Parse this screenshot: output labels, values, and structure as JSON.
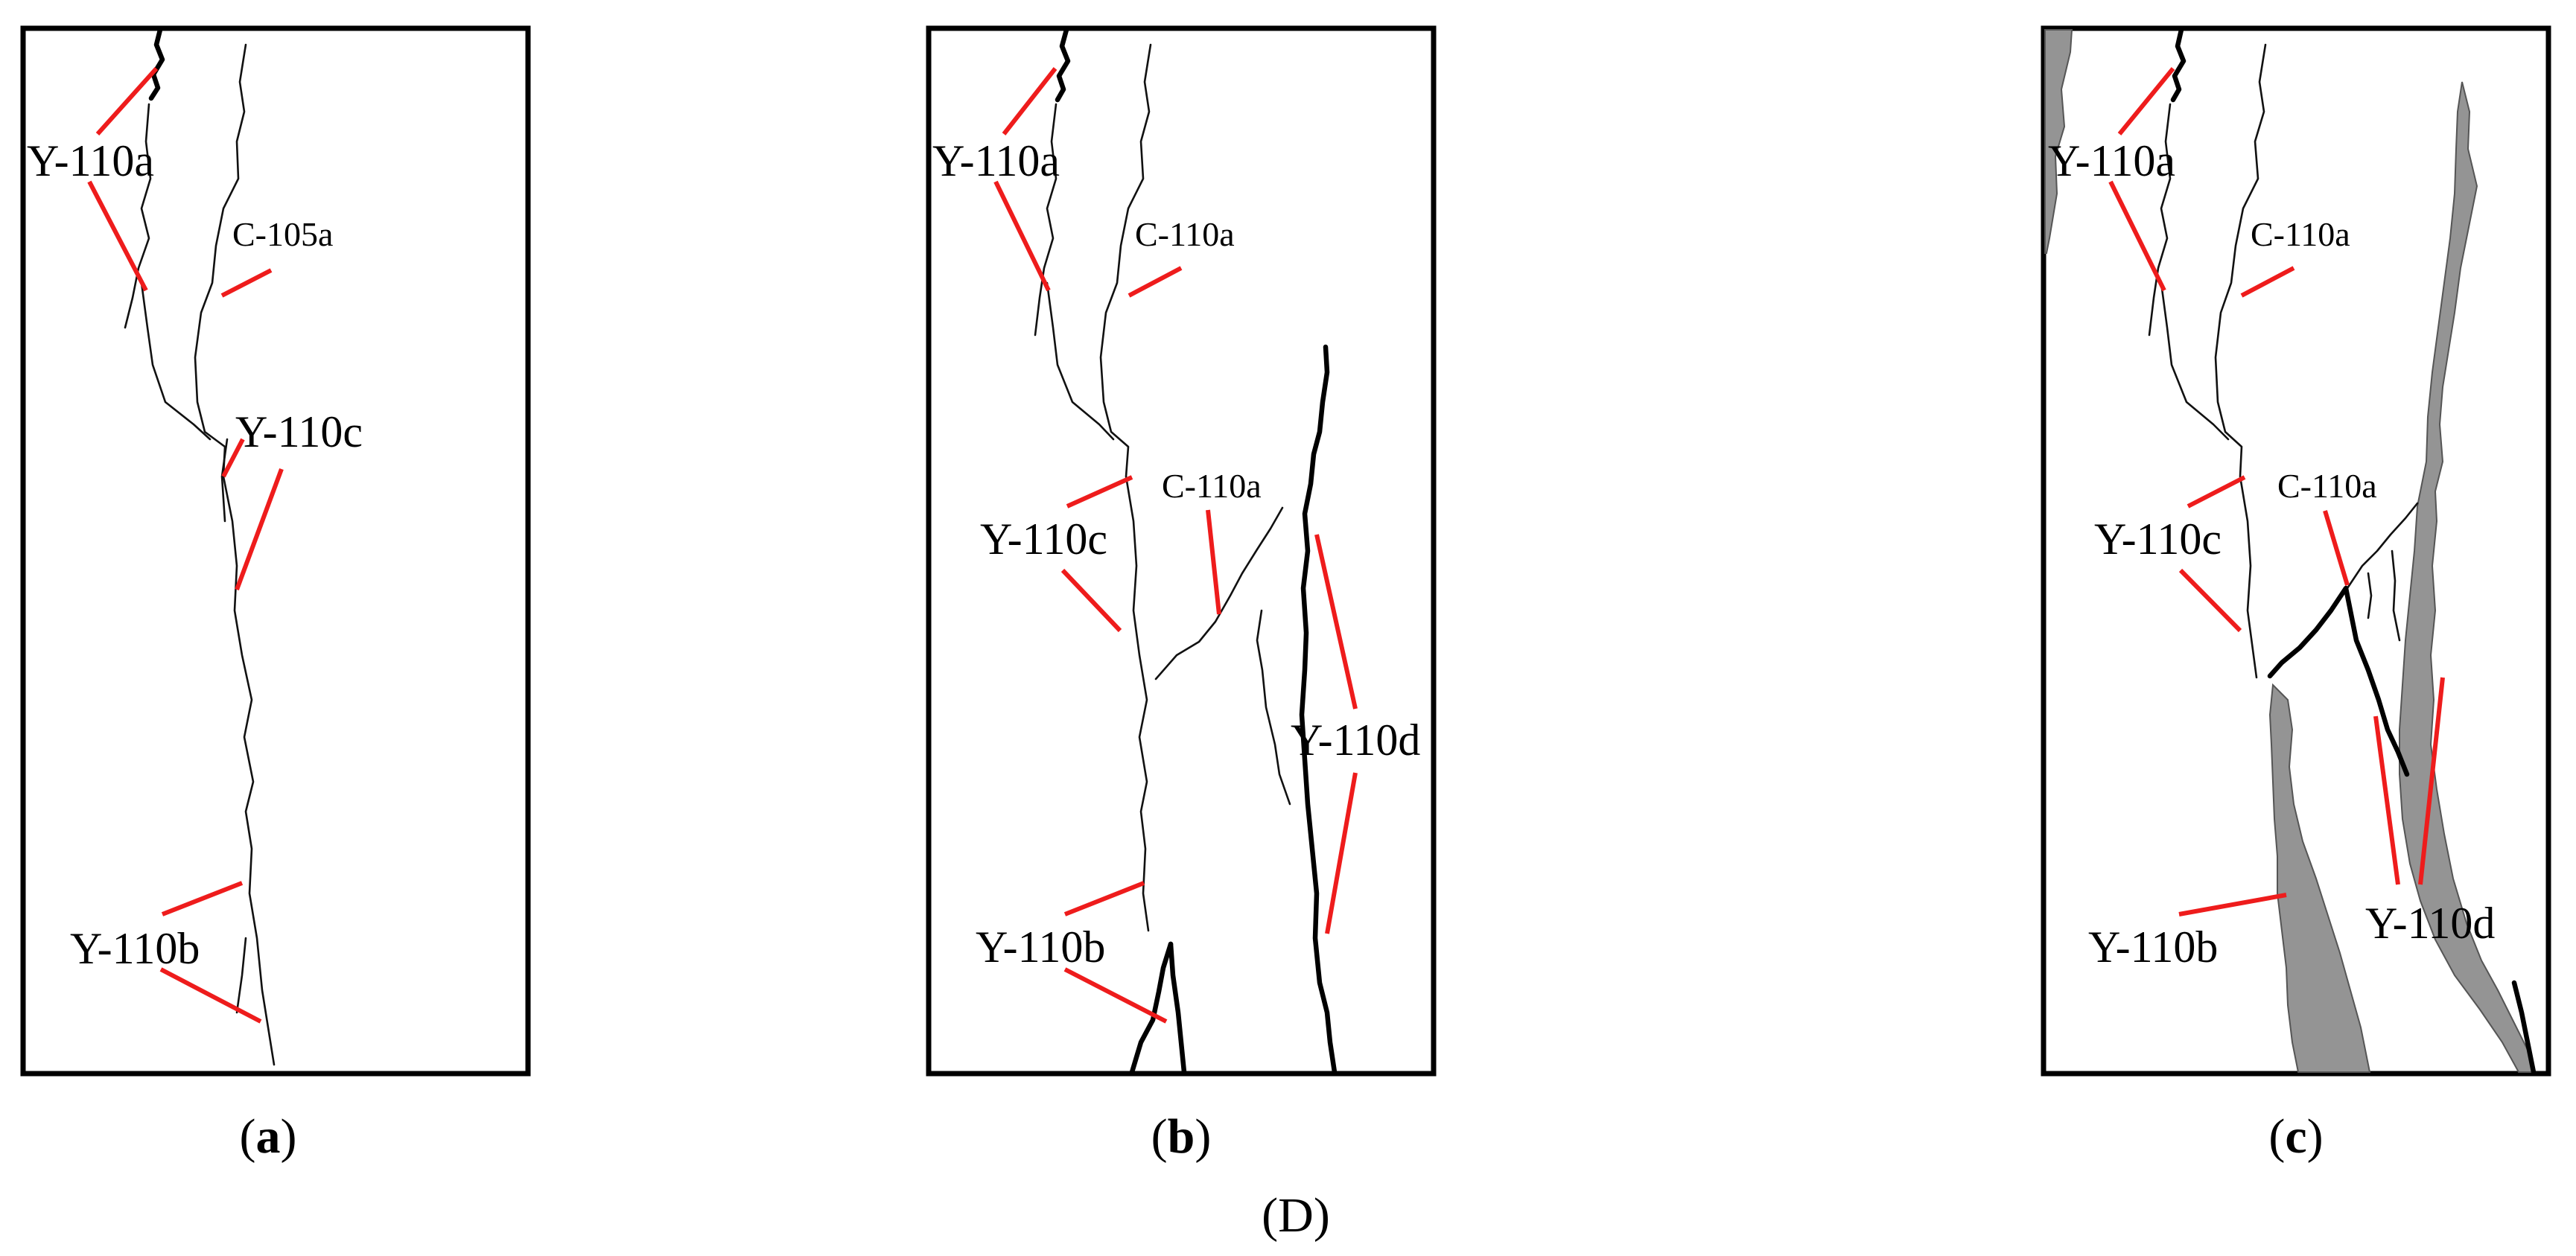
{
  "figure": {
    "overall_caption": {
      "open": "(",
      "letter": "D",
      "close": ")"
    },
    "panels": [
      {
        "id": "a",
        "caption": {
          "open": "(",
          "letter": "a",
          "close": ")"
        },
        "labels": [
          "Y-110a",
          "C-105a",
          "Y-110c",
          "Y-110b"
        ]
      },
      {
        "id": "b",
        "caption": {
          "open": "(",
          "letter": "b",
          "close": ")"
        },
        "labels": [
          "Y-110a",
          "C-110a",
          "C-110a",
          "Y-110c",
          "Y-110d",
          "Y-110b"
        ]
      },
      {
        "id": "c",
        "caption": {
          "open": "(",
          "letter": "c",
          "close": ")"
        },
        "labels": [
          "Y-110a",
          "C-110a",
          "C-110a",
          "Y-110c",
          "Y-110b",
          "Y-110d"
        ]
      }
    ]
  },
  "colors": {
    "leader": "#ee1c1c",
    "spall": "#949494",
    "frame": "#000000"
  }
}
